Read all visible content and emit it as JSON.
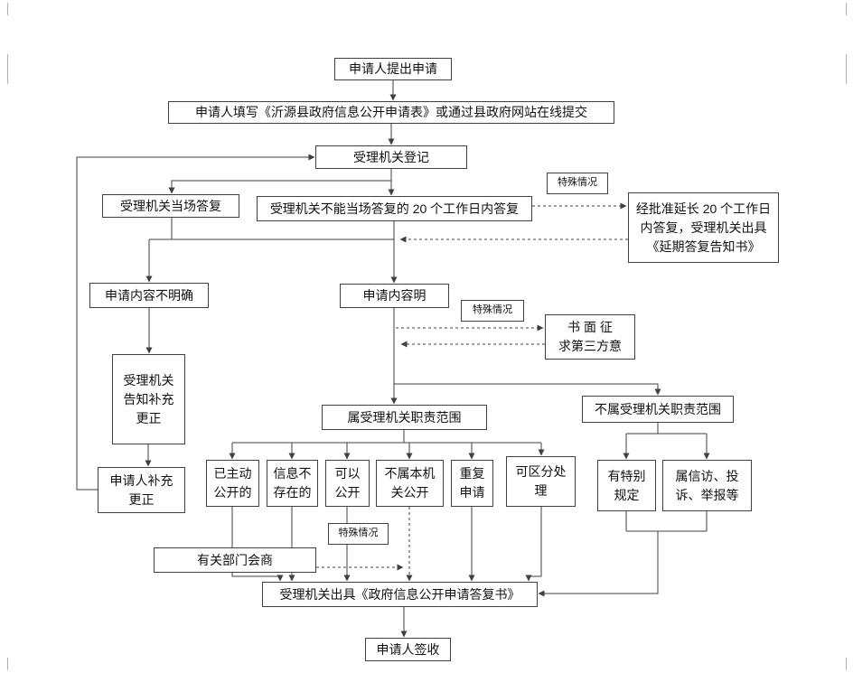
{
  "colors": {
    "line": "#404040",
    "box_border": "#404040",
    "text": "#111111",
    "background": "#ffffff"
  },
  "nodes": {
    "start": {
      "label": "申请人提出申请"
    },
    "fill_form": {
      "label": "申请人填写《沂源县政府信息公开申请表》或通过县政府网站在线提交"
    },
    "register": {
      "label": "受理机关登记"
    },
    "onspot_reply": {
      "label": "受理机关当场答复"
    },
    "reply_20days": {
      "label": "受理机关不能当场答复的 20 个工作日内答复"
    },
    "special_case_1": {
      "label": "特殊情况"
    },
    "extend_reply": {
      "label": "经批准延长 20 个工作日\n内答复，受理机关出具\n《延期答复告知书》"
    },
    "content_unclear": {
      "label": "申请内容不明确"
    },
    "content_clear": {
      "label": "申请内容明"
    },
    "special_case_2": {
      "label": "特殊情况"
    },
    "third_party": {
      "label": "书 面 征\n求第三方意"
    },
    "notify_supplement": {
      "label": "受理机关\n告知补充\n更正"
    },
    "applicant_supplement": {
      "label": "申请人补充\n更正"
    },
    "within_duty": {
      "label": "属受理机关职责范围"
    },
    "not_within_duty": {
      "label": "不属受理机关职责范围"
    },
    "already_public": {
      "label": "已主动\n公开的"
    },
    "not_exist": {
      "label": "信息不\n存在的"
    },
    "can_public": {
      "label": "可以\n公开"
    },
    "not_this_organ": {
      "label": "不属本机\n关公开"
    },
    "repeat_apply": {
      "label": "重复\n申请"
    },
    "separable": {
      "label": "可区分处\n理"
    },
    "special_rule": {
      "label": "有特别\n规定"
    },
    "petition": {
      "label": "属信访、投\n诉、举报等"
    },
    "special_case_3": {
      "label": "特殊情况"
    },
    "dept_consult": {
      "label": "有关部门会商"
    },
    "issue_reply": {
      "label": "受理机关出具《政府信息公开申请答复书》"
    },
    "sign_receive": {
      "label": "申请人签收"
    }
  }
}
